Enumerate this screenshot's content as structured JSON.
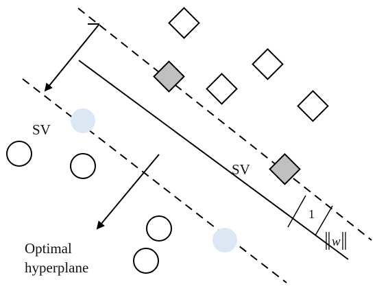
{
  "labels": {
    "sv_left": "SV",
    "sv_right": "SV",
    "caption_line1": "Optimal",
    "caption_line2": "hyperplane",
    "margin_value": "1",
    "norm_symbol": "w"
  },
  "colors": {
    "line": "#000000",
    "support_vector_square_fill": "#c0c0c0",
    "support_vector_circle_fill": "#dde8f5",
    "shape_fill": "#ffffff"
  },
  "icons": {
    "square_class": "diamond-shape",
    "circle_class": "circle-shape"
  }
}
